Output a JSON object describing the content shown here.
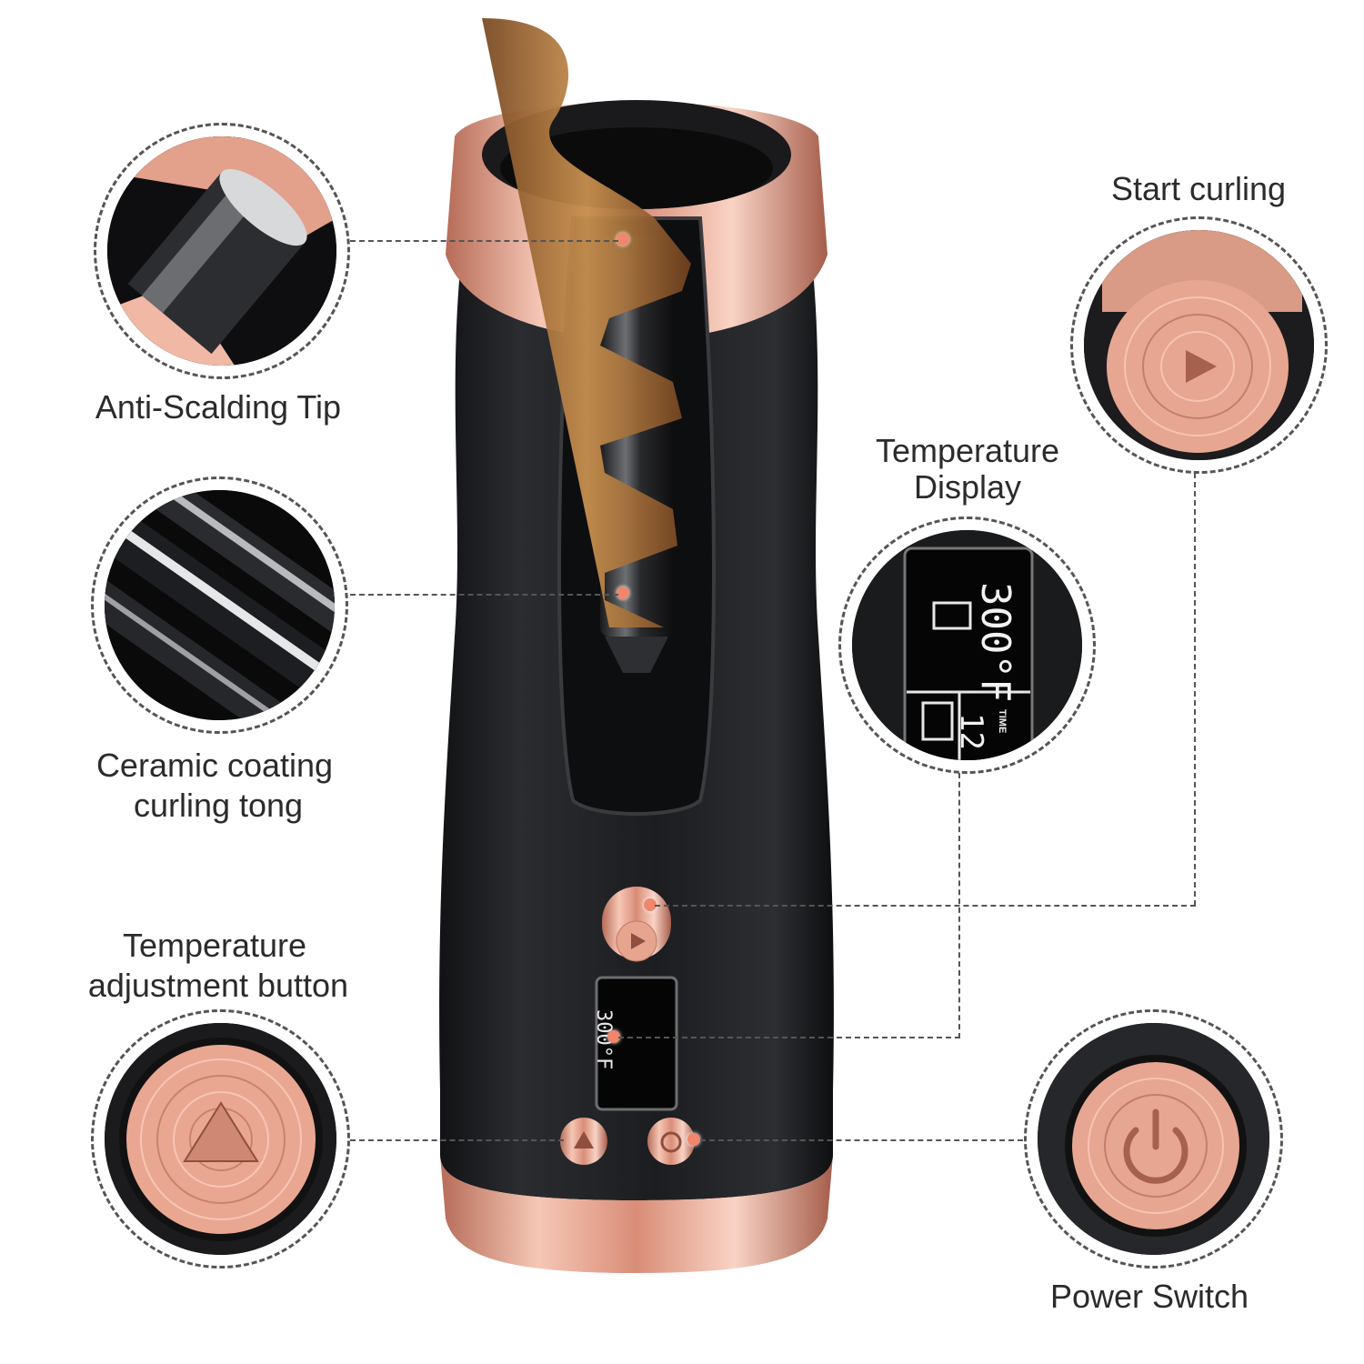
{
  "callouts": {
    "anti_scalding": "Anti-Scalding Tip",
    "ceramic_line1": "Ceramic coating",
    "ceramic_line2": "curling tong",
    "temp_adjust_line1": "Temperature",
    "temp_adjust_line2": "adjustment button",
    "start_curling": "Start curling",
    "temp_display_line1": "Temperature",
    "temp_display_line2": "Display",
    "power_switch": "Power Switch"
  },
  "lcd": {
    "temperature": "300°F",
    "time_label": "TIME",
    "time_value": "12"
  },
  "colors": {
    "body": "#1f2022",
    "rose_gold": "#e9a792",
    "rose_gold_dark": "#b7705e",
    "hair": "#a9703f",
    "marker": "#f0866c"
  },
  "icons": {
    "start": "play-triangle-icon",
    "adjust": "triangle-up-icon",
    "power": "power-icon",
    "heat": "heat-icon",
    "battery": "battery-icon"
  }
}
